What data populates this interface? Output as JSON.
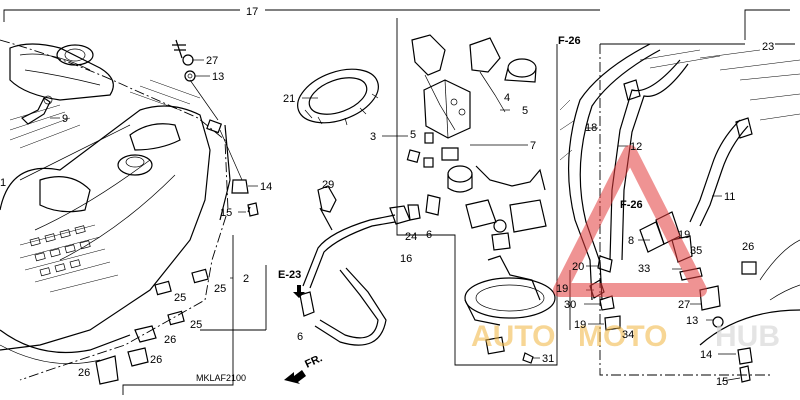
{
  "diagram": {
    "code": "MKLAF2100",
    "front_label": "FR.",
    "refs": {
      "e23": "E-23",
      "f26a": "F-26",
      "f26b": "F-26"
    },
    "part_labels": [
      "17",
      "23",
      "27",
      "13",
      "9",
      "21",
      "3",
      "5",
      "4",
      "5",
      "7",
      "18",
      "12",
      "11",
      "14",
      "15",
      "29",
      "24",
      "6",
      "16",
      "8",
      "19",
      "35",
      "26",
      "20",
      "33",
      "19",
      "30",
      "27",
      "13",
      "19",
      "34",
      "2",
      "25",
      "25",
      "25",
      "26",
      "26",
      "26",
      "6",
      "31",
      "14",
      "15",
      "1",
      "26"
    ],
    "watermark": {
      "part1": "AUTO",
      "part2": "MOTO",
      "part3": "HUB"
    },
    "watermark_color": "#e23b3b"
  }
}
